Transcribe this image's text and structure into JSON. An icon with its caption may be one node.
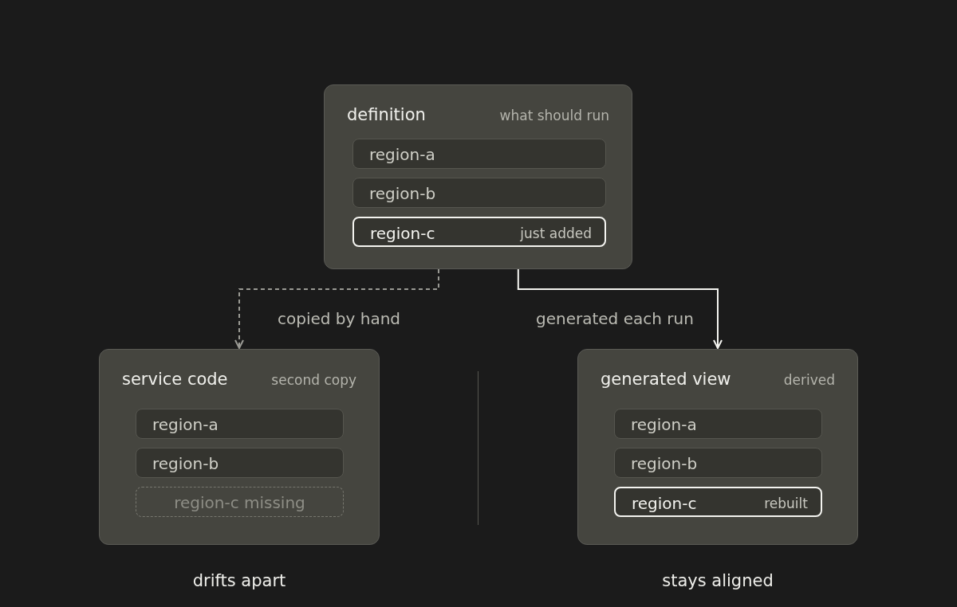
{
  "diagram": {
    "nodes": [
      {
        "text": [
          "definition",
          "what should run"
        ]
      },
      {
        "text": [
          "region-a"
        ],
        "in": 0
      },
      {
        "text": [
          "region-b"
        ],
        "in": 0
      },
      {
        "text": [
          "region-c",
          "just added"
        ],
        "in": 0
      },
      {
        "text": [
          "service code",
          "second copy"
        ],
        "beside": [
          "drifts apart"
        ]
      },
      {
        "text": [
          "region-a"
        ],
        "in": 4
      },
      {
        "text": [
          "region-b"
        ],
        "in": 4
      },
      {
        "text": [
          "region-c missing"
        ],
        "in": 4
      },
      {
        "text": [
          "generated view",
          "derived"
        ],
        "beside": [
          "stays aligned"
        ]
      },
      {
        "text": [
          "region-a"
        ],
        "in": 8
      },
      {
        "text": [
          "region-b"
        ],
        "in": 8
      },
      {
        "text": [
          "region-c",
          "rebuilt"
        ],
        "in": 8
      }
    ],
    "edges": [
      {
        "from": 0,
        "to": 4,
        "arrow": "to",
        "label": "copied by hand",
        "style": "dashed",
        "color": "#9a9a94"
      },
      {
        "from": 0,
        "to": 8,
        "arrow": "to",
        "label": "generated each run",
        "color": "#f4f4f0"
      }
    ]
  }
}
